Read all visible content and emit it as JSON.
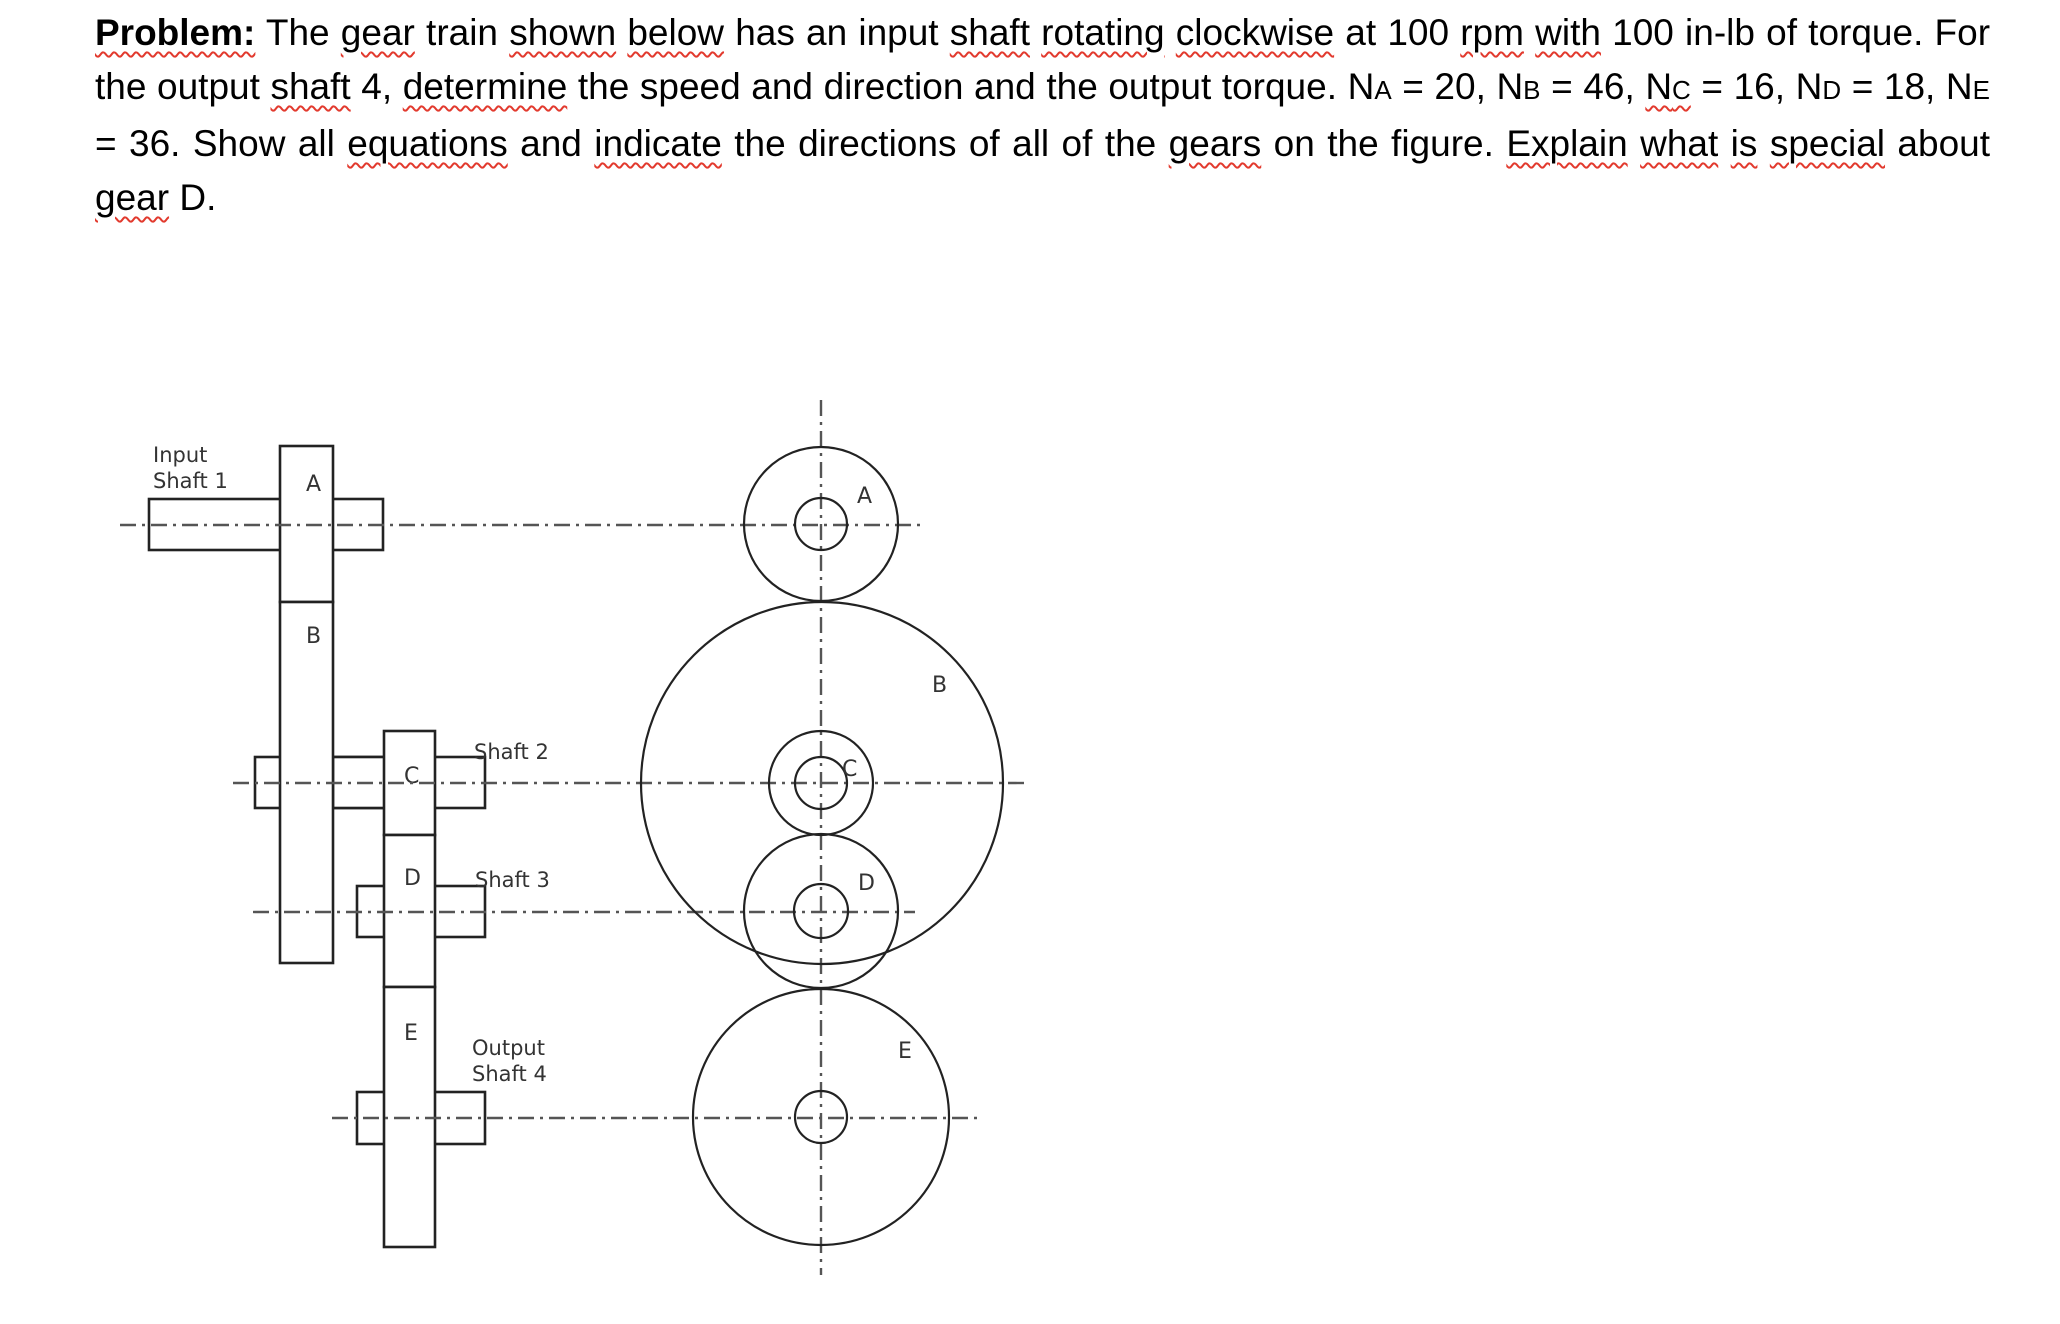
{
  "problem": {
    "label": "Problem:",
    "segments": [
      " The ",
      "gear",
      " train ",
      "shown",
      " ",
      "below",
      " has an input ",
      "shaft",
      " ",
      "rotating",
      " ",
      "clockwise",
      " at 100 ",
      "rpm",
      " ",
      "with",
      " 100 in-lb of torque. For the output ",
      "shaft",
      " 4, ",
      "determine",
      " the speed and direction and the output torque. N",
      "A",
      " = 20, N",
      "B",
      " = 46, ",
      "N",
      "C",
      " = 16, N",
      "D",
      " = 18, N",
      "E",
      " = 36. Show all ",
      "equations",
      " and ",
      "indicate",
      " the directions of all of the ",
      "gears",
      " on the figure. ",
      "Explain",
      " ",
      "what",
      " ",
      "is",
      " ",
      "special",
      " about ",
      "gear",
      " D."
    ],
    "given": {
      "rpm_input": 100,
      "direction_input": "clockwise",
      "torque_input": "100 in-lb",
      "NA": 20,
      "NB": 46,
      "NC": 16,
      "ND": 18,
      "NE": 36
    }
  },
  "figure": {
    "side_view": {
      "input_shaft_label_1": "Input",
      "input_shaft_label_2": "Shaft 1",
      "gear_a": "A",
      "gear_b": "B",
      "gear_c": "C",
      "gear_d": "D",
      "gear_e": "E",
      "shaft2_label": "Shaft 2",
      "shaft3_label": "Shaft 3",
      "output_label_1": "Output",
      "output_label_2": "Shaft 4"
    },
    "end_view": {
      "gear_a": "A",
      "gear_b": "B",
      "gear_c": "C",
      "gear_d": "D",
      "gear_e": "E"
    }
  }
}
